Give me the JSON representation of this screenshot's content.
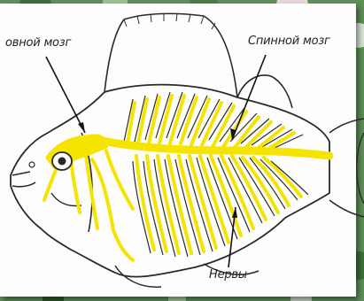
{
  "labels": {
    "brain": "овной мозг",
    "spinal_cord": "Спинной мозг",
    "nerves": "Нервы"
  },
  "colors": {
    "nervous_system": "#f5e400",
    "outline": "#2a2a2a",
    "card": "#fdfdfd",
    "background": "#5f8f5a"
  }
}
